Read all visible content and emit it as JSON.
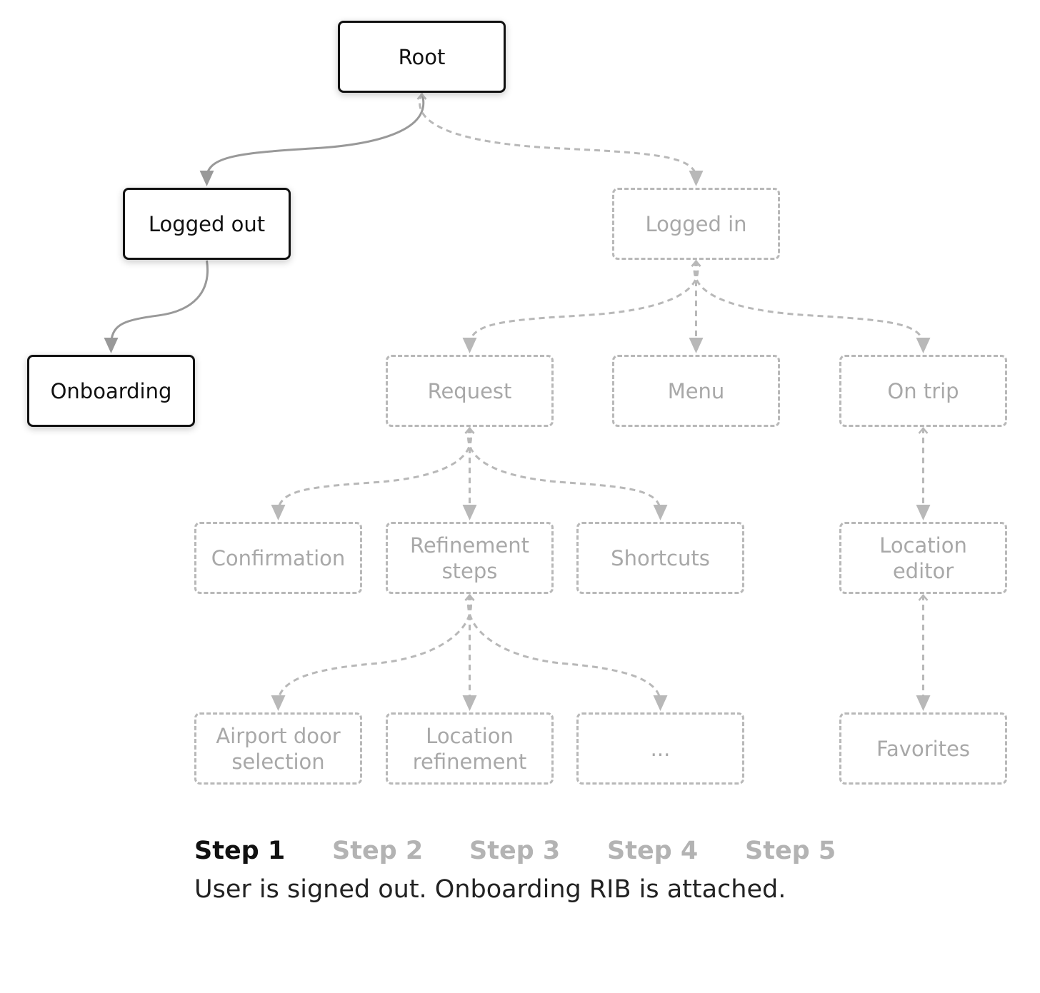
{
  "colors": {
    "active_border": "#111111",
    "inactive_border": "#b8b8b8",
    "active_edge": "#999999",
    "inactive_edge": "#b8b8b8"
  },
  "nodes": [
    {
      "id": "root",
      "label": "Root",
      "state": "active"
    },
    {
      "id": "logged-out",
      "label": "Logged out",
      "state": "active"
    },
    {
      "id": "onboarding",
      "label": "Onboarding",
      "state": "active"
    },
    {
      "id": "logged-in",
      "label": "Logged in",
      "state": "inactive"
    },
    {
      "id": "request",
      "label": "Request",
      "state": "inactive"
    },
    {
      "id": "menu",
      "label": "Menu",
      "state": "inactive"
    },
    {
      "id": "on-trip",
      "label": "On trip",
      "state": "inactive"
    },
    {
      "id": "confirmation",
      "label": "Confirmation",
      "state": "inactive"
    },
    {
      "id": "refinement-steps",
      "label": "Refinement steps",
      "state": "inactive"
    },
    {
      "id": "shortcuts",
      "label": "Shortcuts",
      "state": "inactive"
    },
    {
      "id": "location-editor",
      "label": "Location editor",
      "state": "inactive"
    },
    {
      "id": "airport-door-selection",
      "label": "Airport door selection",
      "state": "inactive"
    },
    {
      "id": "location-refinement",
      "label": "Location refinement",
      "state": "inactive"
    },
    {
      "id": "ellipsis",
      "label": "...",
      "state": "inactive"
    },
    {
      "id": "favorites",
      "label": "Favorites",
      "state": "inactive"
    }
  ],
  "edges": [
    {
      "from": "root",
      "to": "logged-out",
      "state": "active"
    },
    {
      "from": "root",
      "to": "logged-in",
      "state": "inactive"
    },
    {
      "from": "logged-out",
      "to": "onboarding",
      "state": "active"
    },
    {
      "from": "logged-in",
      "to": "request",
      "state": "inactive"
    },
    {
      "from": "logged-in",
      "to": "menu",
      "state": "inactive"
    },
    {
      "from": "logged-in",
      "to": "on-trip",
      "state": "inactive"
    },
    {
      "from": "request",
      "to": "confirmation",
      "state": "inactive"
    },
    {
      "from": "request",
      "to": "refinement-steps",
      "state": "inactive"
    },
    {
      "from": "request",
      "to": "shortcuts",
      "state": "inactive"
    },
    {
      "from": "on-trip",
      "to": "location-editor",
      "state": "inactive"
    },
    {
      "from": "refinement-steps",
      "to": "airport-door-selection",
      "state": "inactive"
    },
    {
      "from": "refinement-steps",
      "to": "location-refinement",
      "state": "inactive"
    },
    {
      "from": "refinement-steps",
      "to": "ellipsis",
      "state": "inactive"
    },
    {
      "from": "location-editor",
      "to": "favorites",
      "state": "inactive"
    }
  ],
  "steps": [
    {
      "label": "Step 1",
      "current": true
    },
    {
      "label": "Step 2",
      "current": false
    },
    {
      "label": "Step 3",
      "current": false
    },
    {
      "label": "Step 4",
      "current": false
    },
    {
      "label": "Step 5",
      "current": false
    }
  ],
  "caption": "User is signed out. Onboarding RIB is attached."
}
